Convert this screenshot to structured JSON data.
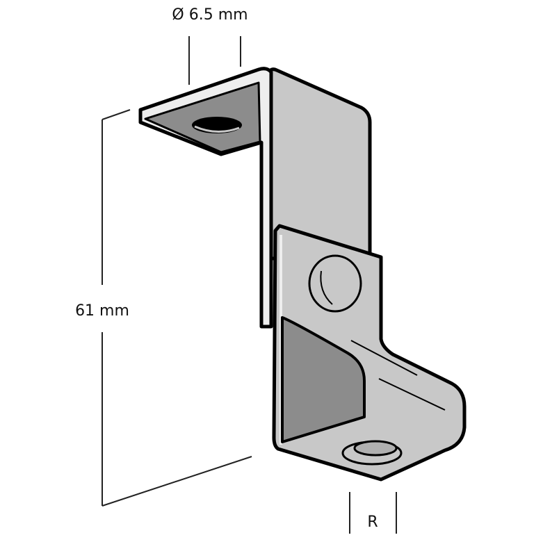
{
  "labels": {
    "hole_diameter": "Ø 6.5 mm",
    "height": "61 mm",
    "radius": "R"
  },
  "colors": {
    "outline": "#000000",
    "light_face": "#c8c8c8",
    "dark_face": "#8c8c8c",
    "highlight": "#eeeeee"
  }
}
